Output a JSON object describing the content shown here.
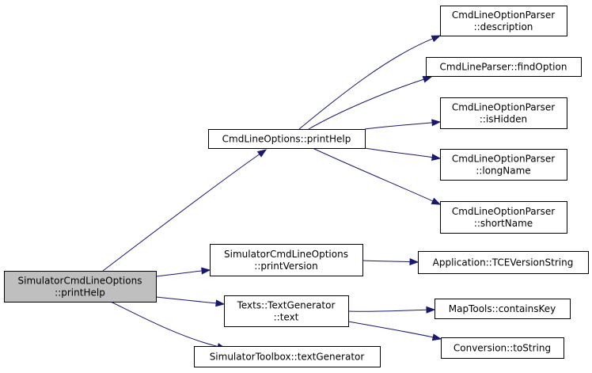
{
  "colors": {
    "edge": "#191970",
    "node_fill": "#ffffff",
    "root_fill": "#bfbfbf",
    "border": "#000000"
  },
  "nodes": {
    "root": {
      "lines": [
        "SimulatorCmdLineOptions",
        "::printHelp"
      ]
    },
    "print_help": {
      "lines": [
        "CmdLineOptions::printHelp"
      ]
    },
    "description": {
      "lines": [
        "CmdLineOptionParser",
        "::description"
      ]
    },
    "find_option": {
      "lines": [
        "CmdLineParser::findOption"
      ]
    },
    "is_hidden": {
      "lines": [
        "CmdLineOptionParser",
        "::isHidden"
      ]
    },
    "long_name": {
      "lines": [
        "CmdLineOptionParser",
        "::longName"
      ]
    },
    "short_name": {
      "lines": [
        "CmdLineOptionParser",
        "::shortName"
      ]
    },
    "print_version": {
      "lines": [
        "SimulatorCmdLineOptions",
        "::printVersion"
      ]
    },
    "tce_version": {
      "lines": [
        "Application::TCEVersionString"
      ]
    },
    "text": {
      "lines": [
        "Texts::TextGenerator",
        "::text"
      ]
    },
    "contains_key": {
      "lines": [
        "MapTools::containsKey"
      ]
    },
    "to_string": {
      "lines": [
        "Conversion::toString"
      ]
    },
    "text_generator": {
      "lines": [
        "SimulatorToolbox::textGenerator"
      ]
    }
  },
  "edges": [
    [
      "root",
      "print_help"
    ],
    [
      "root",
      "print_version"
    ],
    [
      "root",
      "text"
    ],
    [
      "root",
      "text_generator"
    ],
    [
      "print_help",
      "description"
    ],
    [
      "print_help",
      "find_option"
    ],
    [
      "print_help",
      "is_hidden"
    ],
    [
      "print_help",
      "long_name"
    ],
    [
      "print_help",
      "short_name"
    ],
    [
      "print_version",
      "tce_version"
    ],
    [
      "text",
      "contains_key"
    ],
    [
      "text",
      "to_string"
    ]
  ]
}
